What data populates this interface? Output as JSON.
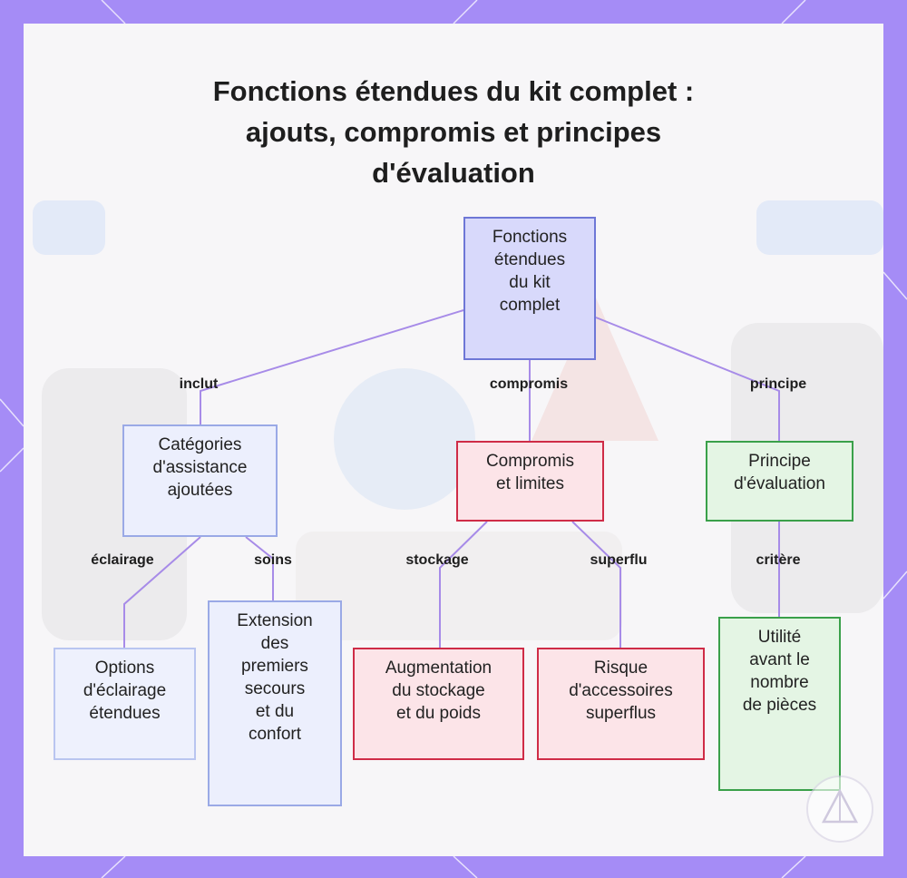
{
  "title": {
    "line1": "Fonctions étendues du kit complet :",
    "line2": "ajouts, compromis et principes",
    "line3": "d'évaluation"
  },
  "nodes": {
    "root": {
      "lines": [
        "Fonctions",
        "étendues",
        "du kit",
        "complet"
      ]
    },
    "categories": {
      "lines": [
        "Catégories",
        "d'assistance",
        "ajoutées"
      ]
    },
    "compromis": {
      "lines": [
        "Compromis",
        "et limites"
      ]
    },
    "principe": {
      "lines": [
        "Principe",
        "d'évaluation"
      ]
    },
    "eclairage": {
      "lines": [
        "Options",
        "d'éclairage",
        "étendues"
      ]
    },
    "extension": {
      "lines": [
        "Extension",
        "des",
        "premiers",
        "secours",
        "et du",
        "confort"
      ]
    },
    "stockage": {
      "lines": [
        "Augmentation",
        "du stockage",
        "et du poids"
      ]
    },
    "risque": {
      "lines": [
        "Risque",
        "d'accessoires",
        "superflus"
      ]
    },
    "utilite": {
      "lines": [
        "Utilité",
        "avant le",
        "nombre",
        "de pièces"
      ]
    }
  },
  "edges": {
    "inclut": "inclut",
    "compromis": "compromis",
    "principe": "principe",
    "eclairage": "éclairage",
    "soins": "soins",
    "stockage": "stockage",
    "superflu": "superflu",
    "critere": "critère"
  },
  "colors": {
    "frame": "#a58cf6",
    "edge": "#a78be8",
    "root_fill": "#d8d9fb",
    "blue_fill": "#eceffd",
    "red_border": "#cf2c47",
    "red_fill": "#fce4e8",
    "green_border": "#3aa04a",
    "green_fill": "#e4f5e4"
  },
  "icons": {
    "logo": "tent-logo-icon"
  }
}
